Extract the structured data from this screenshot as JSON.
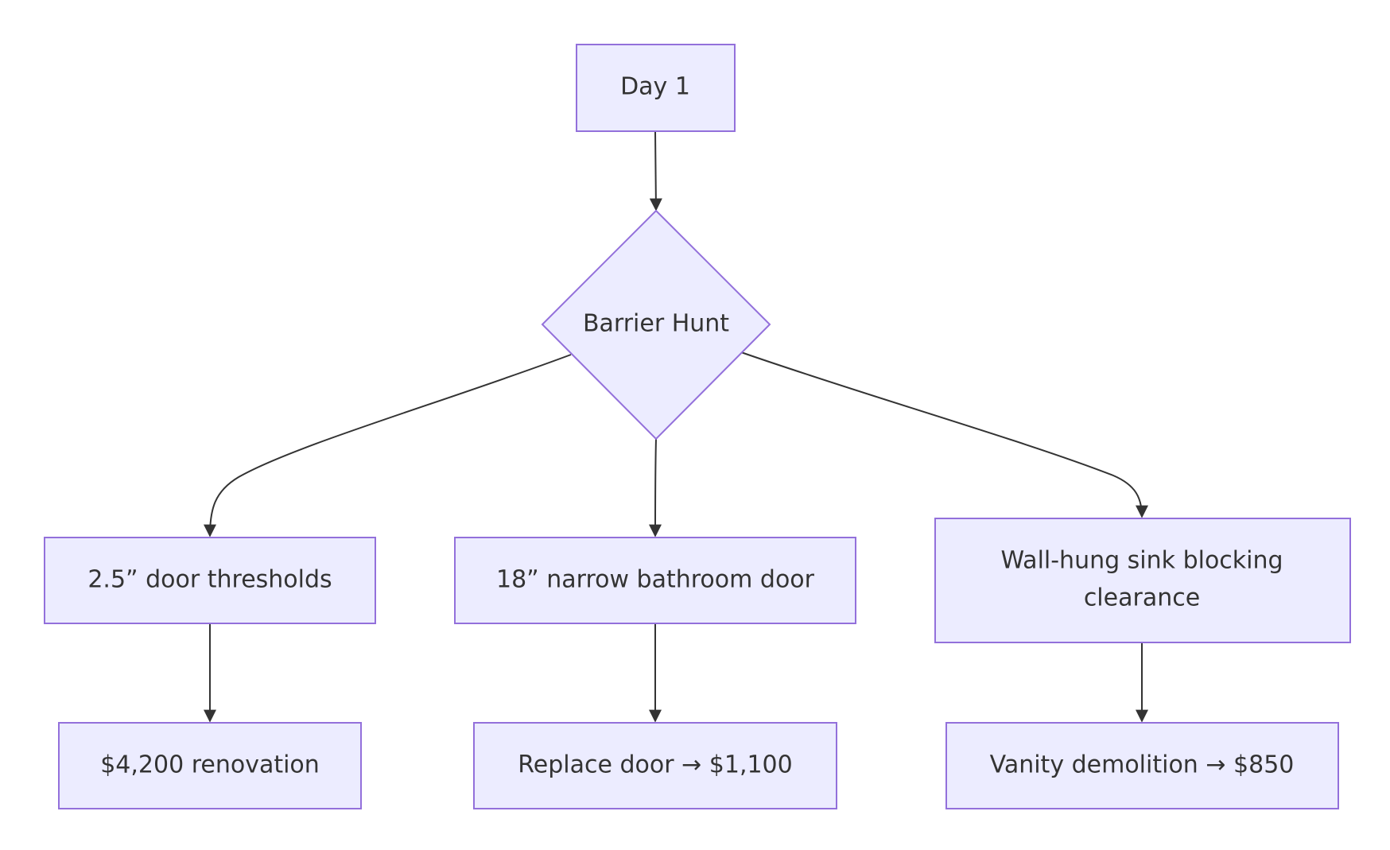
{
  "nodes": {
    "day1": "Day 1",
    "barrier_hunt": "Barrier Hunt",
    "thresholds": "2.5” door thresholds",
    "narrow_door": "18” narrow bathroom door",
    "sink_line1": "Wall-hung sink blocking",
    "sink_line2": "clearance",
    "renovation": "$4,200 renovation",
    "replace_door": "Replace door → $1,100",
    "vanity": "Vanity demolition → $850"
  },
  "colors": {
    "node_fill": "#ececff",
    "node_stroke": "#9370db",
    "edge": "#333333",
    "text": "#333333"
  }
}
